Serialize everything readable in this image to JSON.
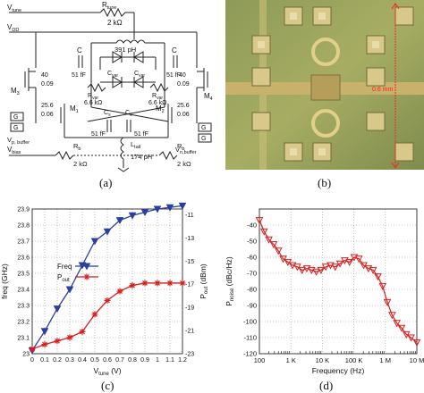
{
  "captions": {
    "a": "(a)",
    "b": "(b)",
    "c": "(c)",
    "d": "(d)"
  },
  "schematic": {
    "v_tune": "V",
    "v_tune_sub": "tune",
    "r_tune": "R",
    "r_tune_sub": "tune",
    "r_tune_val": "2 kΩ",
    "v_dd": "V",
    "v_dd_sub": "DD",
    "l_val": "391 pH",
    "c_left": "C",
    "c_left_val": "51 fF",
    "c_right": "C",
    "c_right_val": "51 fF",
    "cvar_left": "C",
    "cvar_right": "C",
    "var_sub": "var",
    "rvar_left": "R",
    "rvar_right": "R",
    "rvar_val": "6.6 kΩ",
    "m3_ratio_top": "40",
    "m3_ratio_bot": "0.09",
    "m4_ratio_top": "40",
    "m4_ratio_bot": "0.09",
    "m3": "M",
    "m3_sub": "3",
    "m4": "M",
    "m4_sub": "4",
    "m1": "M",
    "m1_sub": "1",
    "m2": "M",
    "m2_sub": "2",
    "m1_ratio_top": "25.6",
    "m1_ratio_bot": "0.06",
    "m2_ratio_top": "25.6",
    "m2_ratio_bot": "0.06",
    "cs_left": "C",
    "cs_right": "C",
    "cs_sub": "s",
    "cs_val_left": "51 fF",
    "cs_val_right": "51 fF",
    "g_label": "G",
    "vp": "V",
    "vp_sub": "p, buffer",
    "vn": "V",
    "vn_sub": "n,buffer",
    "vbias": "V",
    "vbias_sub": "bias",
    "rb_left": "R",
    "rb_right": "R",
    "rb_sub": "b",
    "rb_val": "2 kΩ",
    "ltail": "L",
    "ltail_sub": "tail",
    "ltail_val": "174 pH"
  },
  "photo": {
    "scale_label": "0.6 mm"
  },
  "charts": {
    "c": {
      "chart_data": {
        "type": "line",
        "x": [
          0,
          0.1,
          0.2,
          0.3,
          0.4,
          0.5,
          0.6,
          0.7,
          0.8,
          0.9,
          1.0,
          1.1,
          1.2
        ],
        "xlabel": "V",
        "xlabel_sub": "tune",
        "xlabel_unit": "(V)",
        "ylabel": "freq (GHz)",
        "y2label": "P",
        "y2label_sub": "out",
        "y2label_unit": "(dBm)",
        "xlim": [
          0,
          1.2
        ],
        "ylim": [
          23,
          23.9
        ],
        "y2lim": [
          -23,
          -10.5
        ],
        "xticks": [
          "0",
          "0.1",
          "0.2",
          "0.3",
          "0.4",
          "0.5",
          "0.6",
          "0.7",
          "0.8",
          "0.9",
          "1",
          "1.1",
          "1.2"
        ],
        "yticks": [
          "23",
          "23.1",
          "23.2",
          "23.3",
          "23.4",
          "23.5",
          "23.6",
          "23.7",
          "23.8",
          "23.9"
        ],
        "y2ticks": [
          "-11",
          "-13",
          "-15",
          "-17",
          "-19",
          "-21",
          "-23"
        ],
        "grid": true,
        "legend": "left",
        "series": [
          {
            "name": "Freq",
            "axis": "left",
            "color": "#2b3f9e",
            "marker": "triangle-down",
            "values": [
              23.02,
              23.14,
              23.28,
              23.4,
              23.55,
              23.7,
              23.76,
              23.83,
              23.86,
              23.88,
              23.9,
              23.91,
              23.92
            ]
          },
          {
            "name": "P",
            "name_sub": "out",
            "axis": "right",
            "color": "#d42020",
            "marker": "star",
            "values": [
              -22.6,
              -22.2,
              -21.9,
              -21.6,
              -21.1,
              -19.6,
              -18.4,
              -17.6,
              -17.1,
              -16.9,
              -16.9,
              -16.9,
              -16.9
            ]
          }
        ]
      }
    },
    "d": {
      "chart_data": {
        "type": "line",
        "xscale": "log",
        "x": [
          100,
          141,
          200,
          283,
          400,
          566,
          800,
          1131,
          1600,
          2263,
          3200,
          4525,
          6400,
          9051,
          12800,
          18102,
          25600,
          36204,
          51200,
          72408,
          102400,
          144815,
          204800,
          289631,
          409600,
          579262,
          819200,
          1158524,
          1638400,
          2317048,
          3276800,
          4634095,
          6553600,
          10000000
        ],
        "values": [
          -37,
          -44,
          -49,
          -52,
          -56,
          -61,
          -63,
          -65,
          -66,
          -68,
          -67,
          -68,
          -69,
          -68,
          -66,
          -65,
          -66,
          -64,
          -62,
          -63,
          -60,
          -61,
          -65,
          -67,
          -68,
          -72,
          -78,
          -88,
          -96,
          -101,
          -104,
          -108,
          -110,
          -113
        ],
        "xlabel": "Frequency (Hz)",
        "ylabel": "P",
        "ylabel_sub": "noise",
        "ylabel_unit": "(dBc/Hz)",
        "xlim": [
          100,
          10000000
        ],
        "ylim": [
          -120,
          -30
        ],
        "xticks": [
          "100",
          "1 K",
          "10 K",
          "100 K",
          "1 M",
          "10 M"
        ],
        "yticks": [
          "-40",
          "-50",
          "-60",
          "-70",
          "-80",
          "-90",
          "-100",
          "-110",
          "-120"
        ],
        "grid": true,
        "color": "#d42020",
        "marker": "triangle-down"
      }
    }
  }
}
